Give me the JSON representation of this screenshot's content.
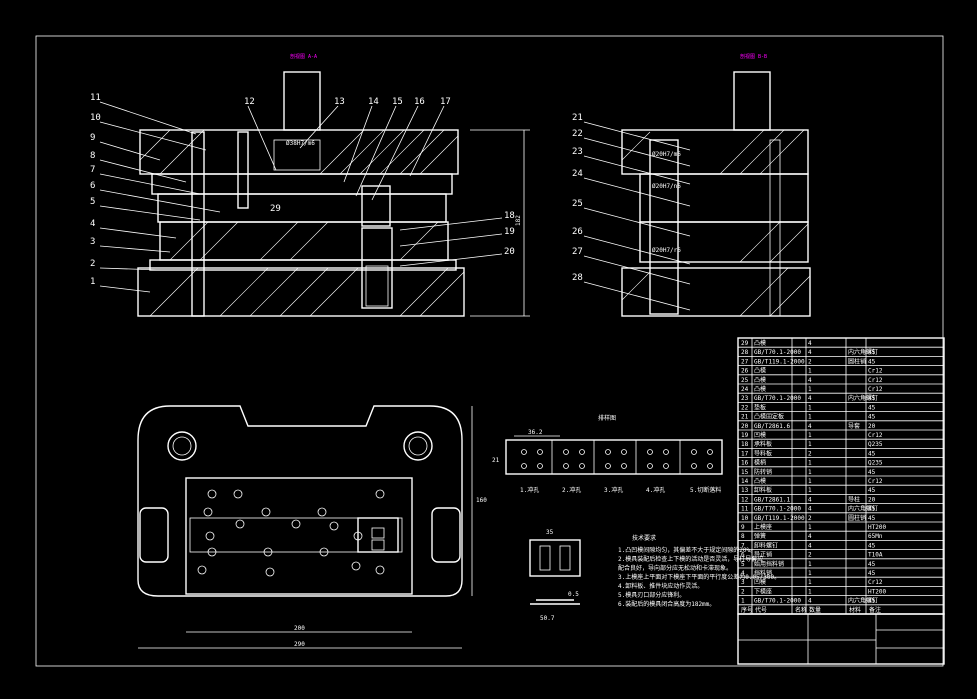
{
  "drawing": {
    "view_a_title": "剖视图 A-A",
    "view_b_title": "剖视图 B-B",
    "dimension_height": "182",
    "layout_title": "排样图",
    "dimension_pitch": "36.2",
    "dimension_strip_width": "21",
    "plan_dimension_inner_width": "200",
    "plan_dimension_outer_width": "290",
    "plan_dimension_height": "160",
    "part_dimension_width": "35",
    "part_dimension_bottom": "50.7",
    "part_dimension_thickness": "0.5",
    "station_labels": [
      "1.冲孔",
      "2.冲孔",
      "3.冲孔",
      "4.冲孔",
      "5.切断落料"
    ],
    "tech_req_title": "技术要求",
    "tech_req_lines": [
      "1.凸凹模间隙均匀，其偏差不大于规定间隙的20%。",
      "2.模具装配后检查上下模的活动是否灵活，导柱导套应",
      "  配合良好，导向部分应无松动和卡滞现象。",
      "3.上模座上平面对下模座下平面的平行度公差为0.05/300。",
      "4.卸料板、推件块应动作灵活。",
      "5.模具刃口部分应锋利。",
      "6.装配后的模具闭合高度为182mm。"
    ]
  },
  "callouts_left": [
    "11",
    "10",
    "9",
    "8",
    "7",
    "6",
    "5",
    "4",
    "3",
    "2",
    "1"
  ],
  "callouts_top": [
    "12",
    "13",
    "14",
    "15",
    "16",
    "17"
  ],
  "callouts_right": [
    "18",
    "19",
    "20"
  ],
  "callouts_b": [
    "21",
    "22",
    "23",
    "24",
    "25",
    "26",
    "27",
    "28"
  ],
  "callout_mid": "29",
  "bom": {
    "rows": [
      [
        "29",
        "凸模",
        "4",
        "",
        "",
        ""
      ],
      [
        "28",
        "GB/T70.1-2000",
        "4",
        "内六角螺钉",
        "45",
        ""
      ],
      [
        "27",
        "GB/T119.1-2000",
        "2",
        "圆柱销",
        "45",
        ""
      ],
      [
        "26",
        "凸模",
        "1",
        "",
        "Cr12",
        ""
      ],
      [
        "25",
        "凸模",
        "4",
        "",
        "Cr12",
        ""
      ],
      [
        "24",
        "凸模",
        "1",
        "",
        "Cr12",
        ""
      ],
      [
        "23",
        "GB/T70.1-2000",
        "4",
        "内六角螺钉",
        "45",
        ""
      ],
      [
        "22",
        "垫板",
        "1",
        "",
        "45",
        ""
      ],
      [
        "21",
        "凸模固定板",
        "1",
        "",
        "45",
        ""
      ],
      [
        "20",
        "GB/T2861.6",
        "4",
        "导套",
        "20",
        ""
      ],
      [
        "19",
        "凹模",
        "1",
        "",
        "Cr12",
        ""
      ],
      [
        "18",
        "承料板",
        "1",
        "",
        "Q235",
        ""
      ],
      [
        "17",
        "导料板",
        "2",
        "",
        "45",
        ""
      ],
      [
        "16",
        "模柄",
        "1",
        "",
        "Q235",
        ""
      ],
      [
        "15",
        "防转销",
        "1",
        "",
        "45",
        ""
      ],
      [
        "14",
        "凸模",
        "1",
        "",
        "Cr12",
        ""
      ],
      [
        "13",
        "卸料板",
        "1",
        "",
        "45",
        ""
      ],
      [
        "12",
        "GB/T2861.1",
        "4",
        "导柱",
        "20",
        ""
      ],
      [
        "11",
        "GB/T70.1-2000",
        "4",
        "内六角螺钉",
        "45",
        ""
      ],
      [
        "10",
        "GB/T119.1-2000",
        "2",
        "圆柱销",
        "45",
        ""
      ],
      [
        "9",
        "上模座",
        "1",
        "",
        "HT200",
        ""
      ],
      [
        "8",
        "弹簧",
        "4",
        "",
        "65Mn",
        ""
      ],
      [
        "7",
        "卸料螺钉",
        "4",
        "",
        "45",
        ""
      ],
      [
        "6",
        "导正销",
        "2",
        "",
        "T10A",
        ""
      ],
      [
        "5",
        "始用挡料销",
        "1",
        "",
        "45",
        ""
      ],
      [
        "4",
        "挡料销",
        "1",
        "",
        "45",
        ""
      ],
      [
        "3",
        "凹模",
        "1",
        "",
        "Cr12",
        ""
      ],
      [
        "2",
        "下模座",
        "1",
        "",
        "HT200",
        ""
      ],
      [
        "1",
        "GB/T70.1-2000",
        "4",
        "内六角螺钉",
        "45",
        ""
      ]
    ],
    "header": [
      "序号",
      "代号",
      "名称",
      "数量",
      "材料",
      "备注"
    ]
  }
}
